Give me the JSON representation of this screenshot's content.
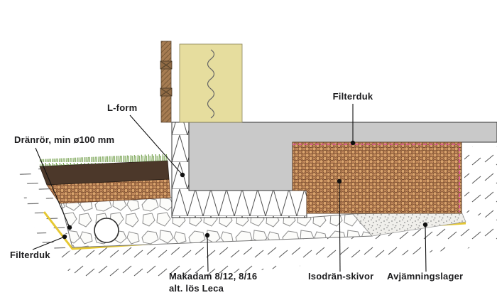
{
  "diagram": {
    "labels": {
      "l_form": "L-form",
      "dranror": "Dränrör, min ø100 mm",
      "filterduk_top": "Filterduk",
      "filterduk_left": "Filterduk",
      "makadam_line1": "Makadam 8/12, 8/16",
      "makadam_line2": "alt. lös Leca",
      "isodran": "Isodrän-skivor",
      "avjamningslager": "Avjämningslager"
    },
    "colors": {
      "insulation_yellow": "#e6dd9e",
      "wood_brown": "#a67c52",
      "concrete_gray": "#c9c9c9",
      "isodran_brown": "#c38a5c",
      "soil_dark": "#4c382a",
      "grass_green": "#6b9a42",
      "filter_fabric_pink": "#e0569c",
      "filter_fabric_yellow": "#e6c832",
      "line_black": "#111111"
    }
  }
}
